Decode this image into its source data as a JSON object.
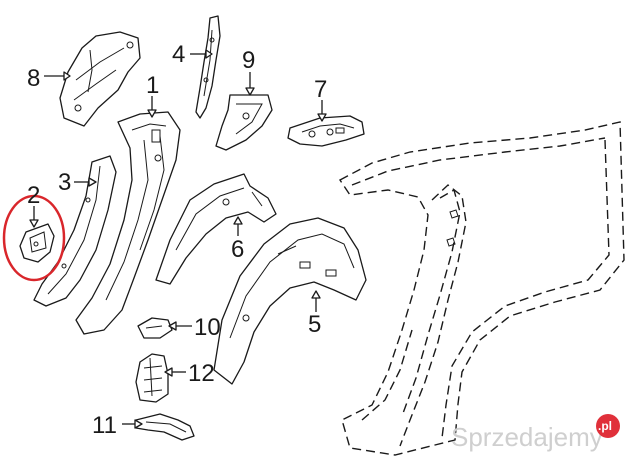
{
  "diagram": {
    "callouts": [
      {
        "id": "1",
        "text": "1"
      },
      {
        "id": "2",
        "text": "2"
      },
      {
        "id": "3",
        "text": "3"
      },
      {
        "id": "4",
        "text": "4"
      },
      {
        "id": "5",
        "text": "5"
      },
      {
        "id": "6",
        "text": "6"
      },
      {
        "id": "7",
        "text": "7"
      },
      {
        "id": "8",
        "text": "8"
      },
      {
        "id": "9",
        "text": "9"
      },
      {
        "id": "10",
        "text": "10"
      },
      {
        "id": "11",
        "text": "11"
      },
      {
        "id": "12",
        "text": "12"
      }
    ],
    "highlight_color": "#d9262b",
    "line_color": "#1a1a1a"
  },
  "watermark": {
    "text": "Sprzedajemy",
    "badge": ".pl",
    "badge_color": "#e0303a",
    "text_color": "#cfcfcf"
  }
}
